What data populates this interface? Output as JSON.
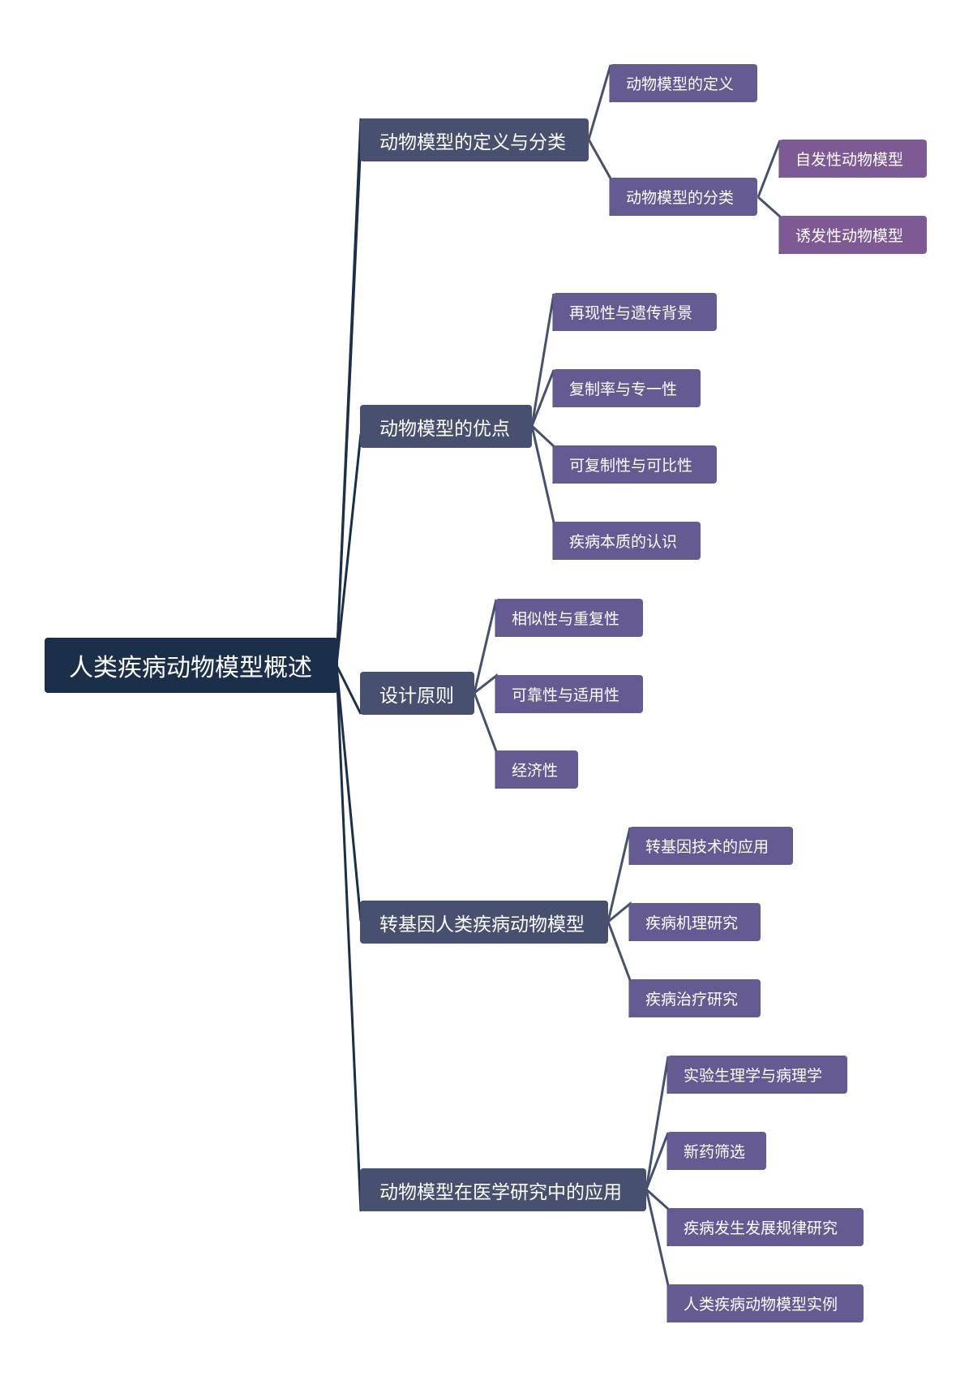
{
  "mindmap": {
    "title": "人类疾病动物模型概述",
    "colors": {
      "root": "#1b2f4a",
      "level1": "#47506f",
      "level2": "#665a93",
      "level3": "#7d5a93",
      "trunk_line": "#1b2f4a",
      "branch_line": "#47506f"
    },
    "branches": [
      {
        "label": "动物模型的定义与分类",
        "children": [
          {
            "label": "动物模型的定义"
          },
          {
            "label": "动物模型的分类",
            "children": [
              {
                "label": "自发性动物模型"
              },
              {
                "label": "诱发性动物模型"
              }
            ]
          }
        ]
      },
      {
        "label": "动物模型的优点",
        "children": [
          {
            "label": "再现性与遗传背景"
          },
          {
            "label": "复制率与专一性"
          },
          {
            "label": "可复制性与可比性"
          },
          {
            "label": "疾病本质的认识"
          }
        ]
      },
      {
        "label": "设计原则",
        "children": [
          {
            "label": "相似性与重复性"
          },
          {
            "label": "可靠性与适用性"
          },
          {
            "label": "经济性"
          }
        ]
      },
      {
        "label": "转基因人类疾病动物模型",
        "children": [
          {
            "label": "转基因技术的应用"
          },
          {
            "label": "疾病机理研究"
          },
          {
            "label": "疾病治疗研究"
          }
        ]
      },
      {
        "label": "动物模型在医学研究中的应用",
        "children": [
          {
            "label": "实验生理学与病理学"
          },
          {
            "label": "新药筛选"
          },
          {
            "label": "疾病发生发展规律研究"
          },
          {
            "label": "人类疾病动物模型实例"
          }
        ]
      }
    ]
  }
}
